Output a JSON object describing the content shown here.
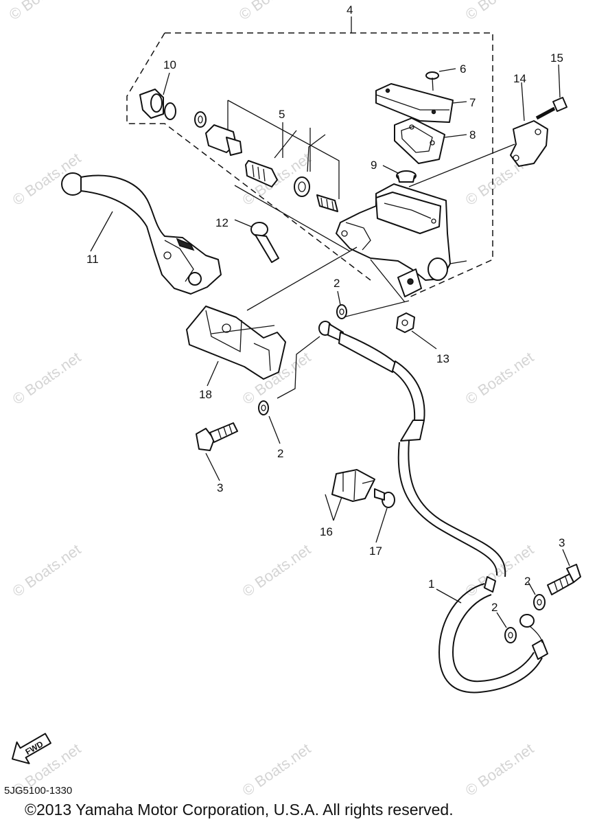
{
  "diagram": {
    "callouts": [
      "1",
      "2",
      "2",
      "2",
      "2",
      "3",
      "3",
      "4",
      "5",
      "6",
      "7",
      "8",
      "9",
      "10",
      "11",
      "12",
      "13",
      "14",
      "15",
      "16",
      "17",
      "18"
    ],
    "fwd_label": "FWD",
    "code": "5JG5100-1330",
    "copyright": "©2013 Yamaha Motor Corporation, U.S.A. All rights reserved.",
    "watermark": "© Boats.net"
  },
  "colors": {
    "line": "#111111",
    "watermark": "#d4d4d4",
    "background": "#ffffff"
  }
}
